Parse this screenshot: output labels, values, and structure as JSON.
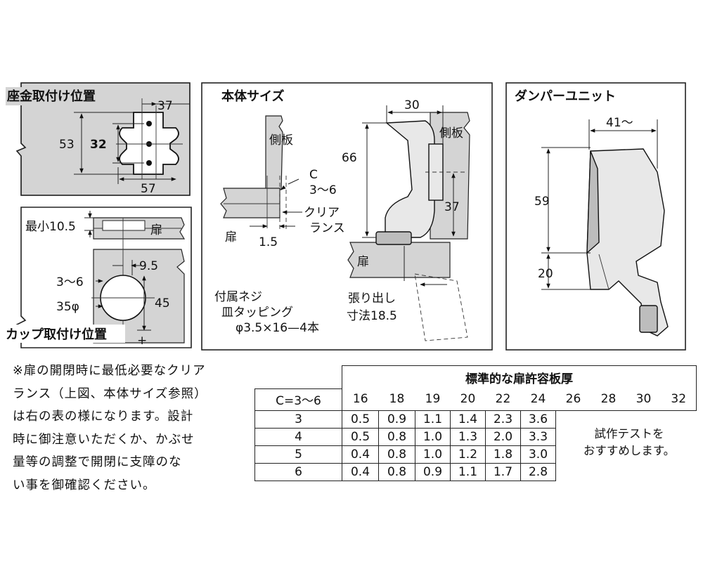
{
  "panels": {
    "mount": {
      "title": "座金取付け位置",
      "dims": {
        "top": "37",
        "height": "53",
        "inner": "32",
        "bottom": "57"
      }
    },
    "cup": {
      "title": "カップ取付け位置",
      "door_label": "扉",
      "dims": {
        "min": "最小10.5",
        "offset": "9.5",
        "range": "3〜6",
        "height": "45",
        "diameter": "35φ"
      }
    },
    "body": {
      "title": "本体サイズ",
      "side_label": "側板",
      "door_label": "扉",
      "side_label_right": "側板",
      "door_label_right": "扉",
      "c_label": "C",
      "c_range": "3〜6",
      "clearance_line1": "クリア",
      "clearance_line2": "ランス",
      "gap": "1.5",
      "width": "30",
      "height": "66",
      "depth": "37",
      "screw_line1": "付属ネジ",
      "screw_line2": "皿タッピング",
      "screw_line3": "φ3.5×16—4本",
      "overhang_line1": "張り出し",
      "overhang_line2": "寸法18.5"
    },
    "damper": {
      "title": "ダンパーユニット",
      "width": "41〜",
      "upper": "59",
      "lower": "20"
    }
  },
  "note": {
    "lines": [
      "※扉の開閉時に最低必要なクリア",
      "ランス（上図、本体サイズ参照）",
      "は右の表の様になります。設計",
      "時に御注意いただくか、かぶせ",
      "量等の調整で開閉に支障のな",
      "い事を御確認ください。"
    ]
  },
  "table": {
    "title": "標準的な扉許容板厚",
    "row_header": "C=3〜6",
    "thickness": [
      "16",
      "18",
      "19",
      "20",
      "22",
      "24",
      "26",
      "28",
      "30",
      "32"
    ],
    "rows": [
      {
        "c": "3",
        "values": [
          "0.5",
          "0.9",
          "1.1",
          "1.4",
          "2.3",
          "3.6"
        ]
      },
      {
        "c": "4",
        "values": [
          "0.5",
          "0.8",
          "1.0",
          "1.3",
          "2.0",
          "3.3"
        ]
      },
      {
        "c": "5",
        "values": [
          "0.4",
          "0.8",
          "1.0",
          "1.2",
          "1.8",
          "3.0"
        ]
      },
      {
        "c": "6",
        "values": [
          "0.4",
          "0.8",
          "0.9",
          "1.1",
          "1.7",
          "2.8"
        ]
      }
    ],
    "trial_line1": "試作テストを",
    "trial_line2": "おすすめします。"
  }
}
